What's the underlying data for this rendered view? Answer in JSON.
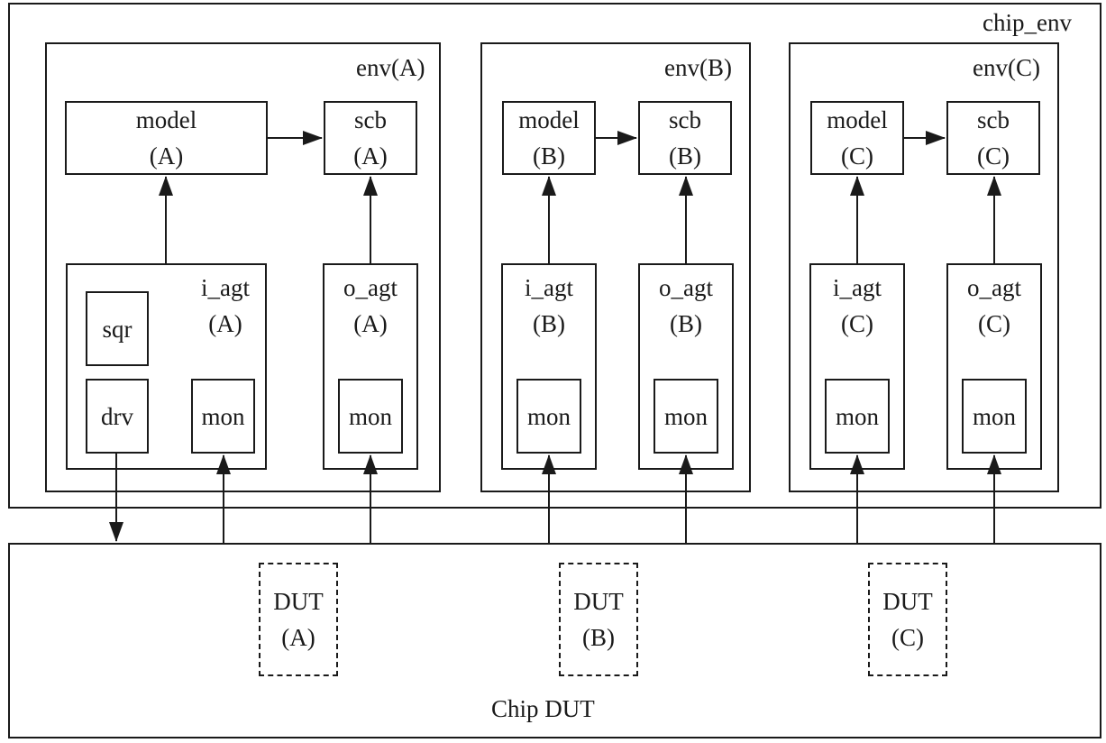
{
  "chip_env": {
    "label": "chip_env"
  },
  "envs": [
    {
      "label": "env(A)",
      "model": {
        "line1": "model",
        "line2": "(A)"
      },
      "scb": {
        "line1": "scb",
        "line2": "(A)"
      },
      "i_agt": {
        "line1": "i_agt",
        "line2": "(A)",
        "sqr": "sqr",
        "drv": "drv",
        "mon": "mon"
      },
      "o_agt": {
        "line1": "o_agt",
        "line2": "(A)",
        "mon": "mon"
      }
    },
    {
      "label": "env(B)",
      "model": {
        "line1": "model",
        "line2": "(B)"
      },
      "scb": {
        "line1": "scb",
        "line2": "(B)"
      },
      "i_agt": {
        "line1": "i_agt",
        "line2": "(B)",
        "mon": "mon"
      },
      "o_agt": {
        "line1": "o_agt",
        "line2": "(B)",
        "mon": "mon"
      }
    },
    {
      "label": "env(C)",
      "model": {
        "line1": "model",
        "line2": "(C)"
      },
      "scb": {
        "line1": "scb",
        "line2": "(C)"
      },
      "i_agt": {
        "line1": "i_agt",
        "line2": "(C)",
        "mon": "mon"
      },
      "o_agt": {
        "line1": "o_agt",
        "line2": "(C)",
        "mon": "mon"
      }
    }
  ],
  "chip_dut": {
    "label": "Chip DUT",
    "duts": [
      {
        "line1": "DUT",
        "line2": "(A)"
      },
      {
        "line1": "DUT",
        "line2": "(B)"
      },
      {
        "line1": "DUT",
        "line2": "(C)"
      }
    ]
  }
}
